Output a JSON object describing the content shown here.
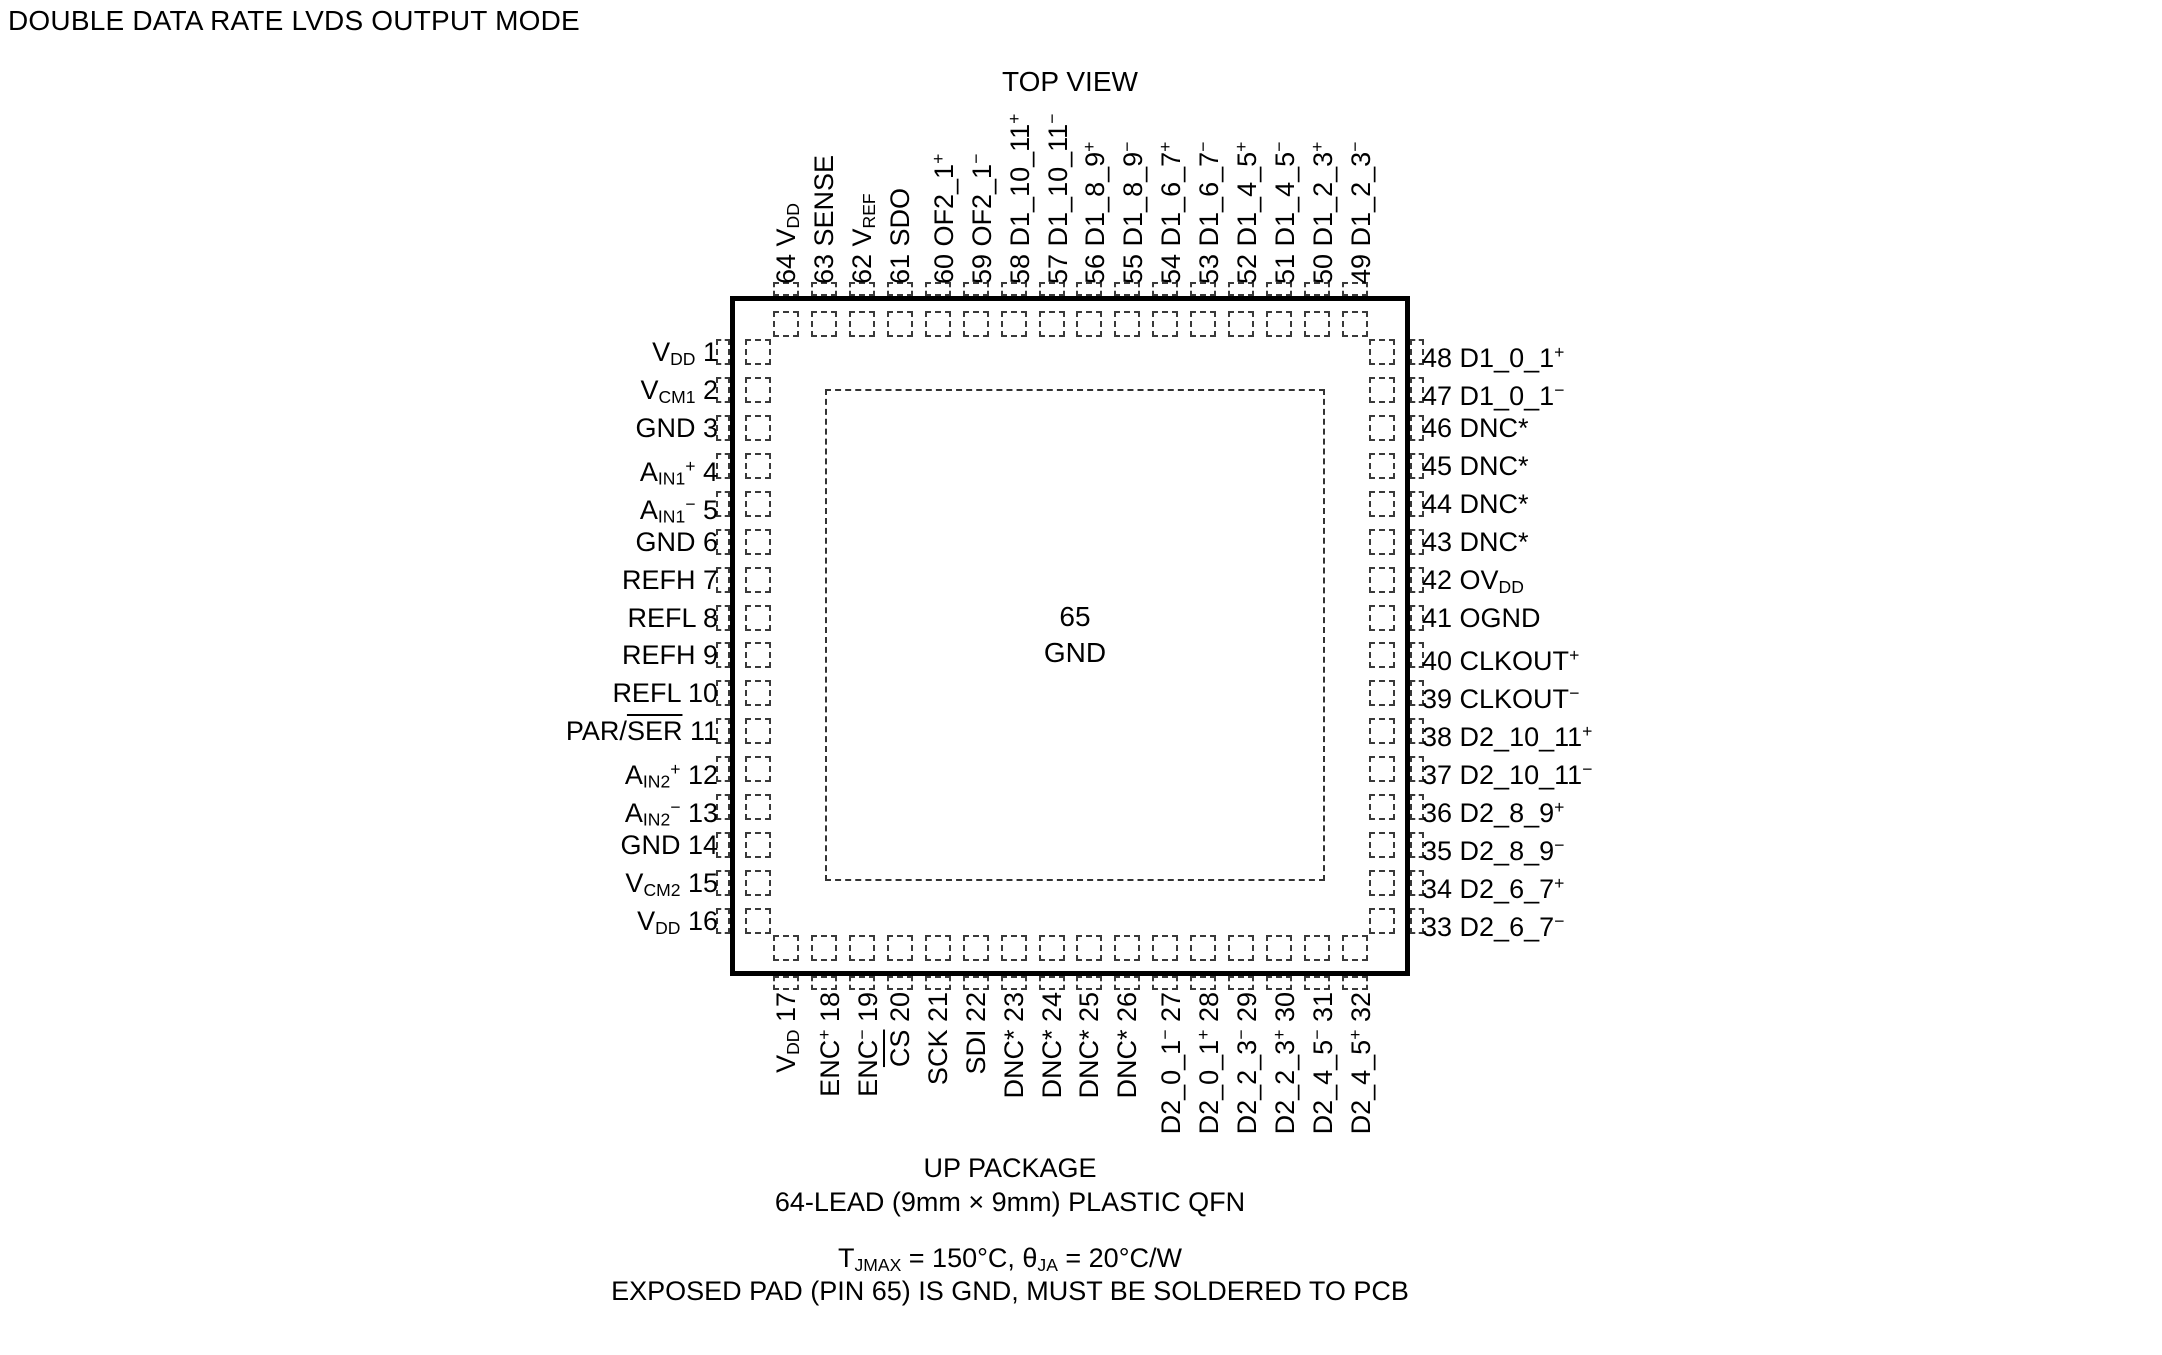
{
  "title": "DOUBLE DATA RATE LVDS OUTPUT MODE",
  "top_view_label": "TOP VIEW",
  "exposed_pad": {
    "number": "65",
    "label": "GND"
  },
  "pins": {
    "left": [
      {
        "n": 1,
        "label": "V~DD~"
      },
      {
        "n": 2,
        "label": "V~CM1~"
      },
      {
        "n": 3,
        "label": "GND"
      },
      {
        "n": 4,
        "label": "A~IN1~^+^"
      },
      {
        "n": 5,
        "label": "A~IN1~^−^"
      },
      {
        "n": 6,
        "label": "GND"
      },
      {
        "n": 7,
        "label": "REFH"
      },
      {
        "n": 8,
        "label": "REFL"
      },
      {
        "n": 9,
        "label": "REFH"
      },
      {
        "n": 10,
        "label": "REFL"
      },
      {
        "n": 11,
        "label": "PAR/!SER!"
      },
      {
        "n": 12,
        "label": "A~IN2~^+^"
      },
      {
        "n": 13,
        "label": "A~IN2~^−^"
      },
      {
        "n": 14,
        "label": "GND"
      },
      {
        "n": 15,
        "label": "V~CM2~"
      },
      {
        "n": 16,
        "label": "V~DD~"
      }
    ],
    "bottom": [
      {
        "n": 17,
        "label": "V~DD~"
      },
      {
        "n": 18,
        "label": "ENC^+^"
      },
      {
        "n": 19,
        "label": "ENC^−^"
      },
      {
        "n": 20,
        "label": "!CS!"
      },
      {
        "n": 21,
        "label": "SCK"
      },
      {
        "n": 22,
        "label": "SDI"
      },
      {
        "n": 23,
        "label": "DNC*"
      },
      {
        "n": 24,
        "label": "DNC*"
      },
      {
        "n": 25,
        "label": "DNC*"
      },
      {
        "n": 26,
        "label": "DNC*"
      },
      {
        "n": 27,
        "label": "D2_0_1^−^"
      },
      {
        "n": 28,
        "label": "D2_0_1^+^"
      },
      {
        "n": 29,
        "label": "D2_2_3^−^"
      },
      {
        "n": 30,
        "label": "D2_2_3^+^"
      },
      {
        "n": 31,
        "label": "D2_4_5^−^"
      },
      {
        "n": 32,
        "label": "D2_4_5^+^"
      }
    ],
    "right": [
      {
        "n": 33,
        "label": "D2_6_7^−^"
      },
      {
        "n": 34,
        "label": "D2_6_7^+^"
      },
      {
        "n": 35,
        "label": "D2_8_9^−^"
      },
      {
        "n": 36,
        "label": "D2_8_9^+^"
      },
      {
        "n": 37,
        "label": "D2_10_11^−^"
      },
      {
        "n": 38,
        "label": "D2_10_11^+^"
      },
      {
        "n": 39,
        "label": "CLKOUT^−^"
      },
      {
        "n": 40,
        "label": "CLKOUT^+^"
      },
      {
        "n": 41,
        "label": "OGND"
      },
      {
        "n": 42,
        "label": "OV~DD~"
      },
      {
        "n": 43,
        "label": "DNC*"
      },
      {
        "n": 44,
        "label": "DNC*"
      },
      {
        "n": 45,
        "label": "DNC*"
      },
      {
        "n": 46,
        "label": "DNC*"
      },
      {
        "n": 47,
        "label": "D1_0_1^−^"
      },
      {
        "n": 48,
        "label": "D1_0_1^+^"
      }
    ],
    "top": [
      {
        "n": 49,
        "label": "D1_2_3^−^"
      },
      {
        "n": 50,
        "label": "D1_2_3^+^"
      },
      {
        "n": 51,
        "label": "D1_4_5^−^"
      },
      {
        "n": 52,
        "label": "D1_4_5^+^"
      },
      {
        "n": 53,
        "label": "D1_6_7^−^"
      },
      {
        "n": 54,
        "label": "D1_6_7^+^"
      },
      {
        "n": 55,
        "label": "D1_8_9^−^"
      },
      {
        "n": 56,
        "label": "D1_8_9^+^"
      },
      {
        "n": 57,
        "label": "D1_10_11^−^"
      },
      {
        "n": 58,
        "label": "D1_10_11^+^"
      },
      {
        "n": 59,
        "label": "OF2_1^−^"
      },
      {
        "n": 60,
        "label": "OF2_1^+^"
      },
      {
        "n": 61,
        "label": "SDO"
      },
      {
        "n": 62,
        "label": "V~REF~"
      },
      {
        "n": 63,
        "label": "SENSE"
      },
      {
        "n": 64,
        "label": "V~DD~"
      }
    ]
  },
  "footer": {
    "package_name": "UP PACKAGE",
    "package_desc": "64-LEAD (9mm × 9mm) PLASTIC QFN",
    "thermal": "T~JMAX~ = 150°C, θ~JA~ = 20°C/W",
    "note": "EXPOSED PAD (PIN 65) IS GND, MUST BE SOLDERED TO PCB"
  }
}
